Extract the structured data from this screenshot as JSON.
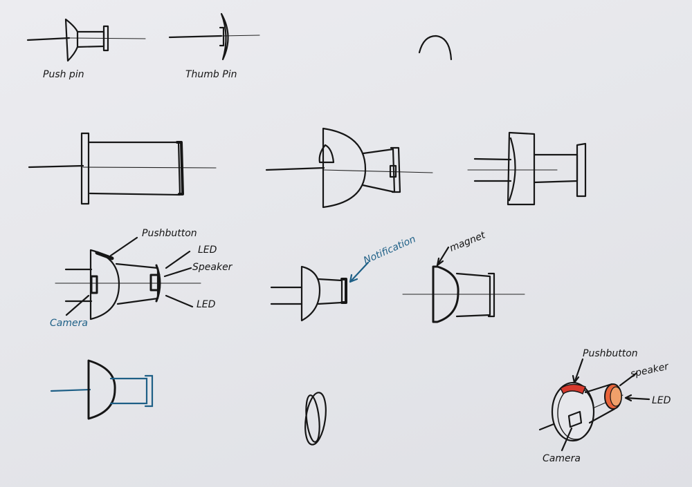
{
  "labels": {
    "push_pin": "Push pin",
    "thumb_pin": "Thumb Pin",
    "pushbutton": "Pushbutton",
    "led_top": "LED",
    "speaker": "Speaker",
    "led_bottom": "LED",
    "camera": "Camera",
    "notification": "Notification",
    "magnet": "magnet",
    "pushbutton_3d": "Pushbutton",
    "speaker_3d": "speaker",
    "led_3d": "LED",
    "camera_3d": "Camera"
  },
  "colors": {
    "ink": "#161616",
    "blue_ink": "#1d5f86",
    "red_marker": "#d63a2e",
    "orange_marker": "#e8643a"
  }
}
